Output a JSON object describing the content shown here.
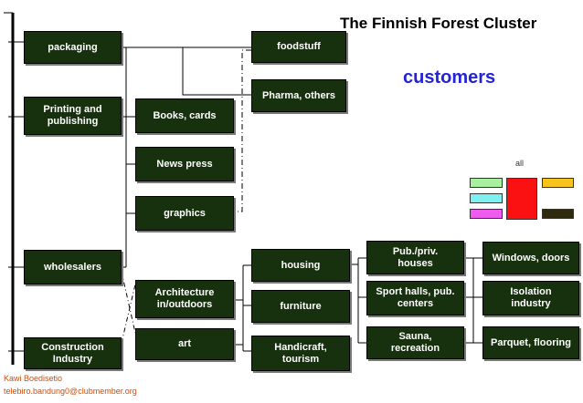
{
  "title": "The Finnish Forest Cluster",
  "subtitle": "customers",
  "legend": {
    "label": "all",
    "colors": [
      "#a8f0a0",
      "#fb1111",
      "#f7c41c",
      "#7ef0f0",
      "#ee5bee",
      "#2e2a10"
    ]
  },
  "author": {
    "name": "Kawi Boedisetio",
    "email": "telebiro.bandung0@clubmember.org"
  },
  "nodes": {
    "packaging": "packaging",
    "printing": "Printing and\npublishing",
    "wholesalers": "wholesalers",
    "construction": "Construction\nIndustry",
    "books": "Books, cards",
    "newspress": "News press",
    "graphics": "graphics",
    "architecture": "Architecture\nin/outdoors",
    "art": "art",
    "foodstuff": "foodstuff",
    "pharma": "Pharma, others",
    "housing": "housing",
    "furniture": "furniture",
    "handicraft": "Handicraft,\ntourism",
    "pubpriv": "Pub./priv.\nhouses",
    "sport": "Sport halls, pub.\ncenters",
    "sauna": "Sauna,\nrecreation",
    "windows": "Windows, doors",
    "isolation": "Isolation\nindustry",
    "parquet": "Parquet, flooring"
  }
}
